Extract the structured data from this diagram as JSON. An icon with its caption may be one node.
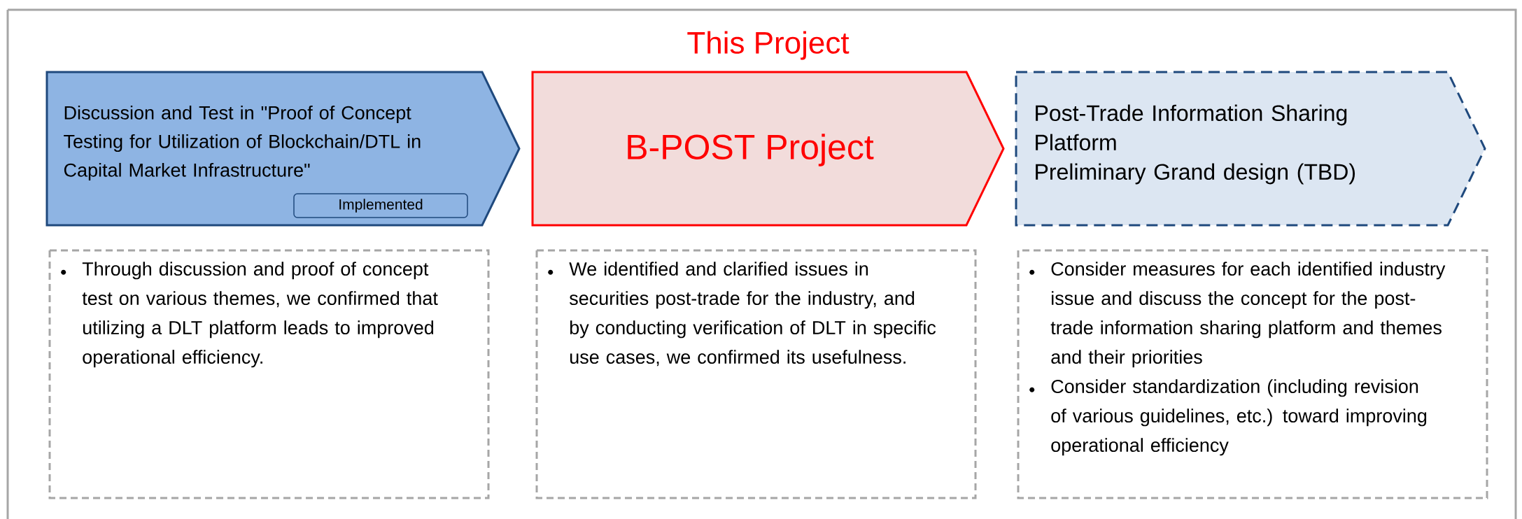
{
  "diagram": {
    "nodes": [
      {
        "text": [
          "Discussion and Test in \"Proof of Concept Testing for Utilization of Blockchain/DTL in Capital Market Infrastructure\""
        ]
      },
      {
        "text": [
          "Implemented"
        ],
        "in": 0
      },
      {
        "text": [
          "This Project",
          "B-POST Project"
        ]
      },
      {
        "text": [
          "Post-Trade Information Sharing Platform",
          "Preliminary Grand design (TBD)"
        ]
      },
      {
        "text": [
          "Through discussion and proof of concept test on various themes, we confirmed that utilizing a DLT platform leads to improved operational efficiency."
        ]
      },
      {
        "text": [
          "We identified and clarified issues in securities post-trade for the industry, and by conducting verification of DLT in specific use cases, we confirmed its usefulness."
        ]
      },
      {
        "text": [
          "Consider measures for each identified industry issue and discuss the concept for the post-trade information sharing platform and themes and their priorities",
          "Consider standardization (including revision of various guidelines, etc.) toward improving operational efficiency"
        ]
      }
    ]
  }
}
